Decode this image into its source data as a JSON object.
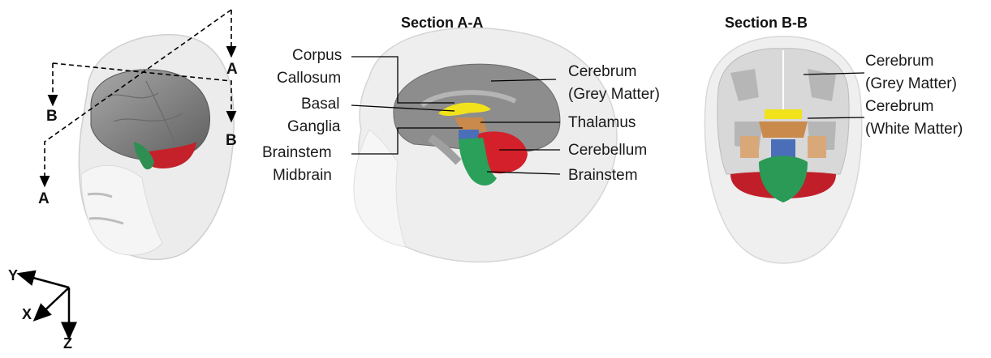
{
  "titles": {
    "section_a": "Section A-A",
    "section_b": "Section B-B"
  },
  "cut_labels": {
    "a_top": "A",
    "a_bottom": "A",
    "b_left": "B",
    "b_right": "B"
  },
  "axes": {
    "y": "Y",
    "x": "X",
    "z": "Z"
  },
  "section_a_labels": {
    "corpus": "Corpus",
    "callosum": "Callosum",
    "basal": "Basal",
    "ganglia": "Ganglia",
    "brainstem_left": "Brainstem",
    "midbrain": "Midbrain",
    "cerebrum": "Cerebrum",
    "grey_matter": "(Grey Matter)",
    "thalamus": "Thalamus",
    "cerebellum": "Cerebellum",
    "brainstem_right": "Brainstem"
  },
  "section_b_labels": {
    "cerebrum_1": "Cerebrum",
    "grey_matter": "(Grey Matter)",
    "cerebrum_2": "Cerebrum",
    "white_matter": "(White Matter)"
  },
  "colors": {
    "head_fill": "#e9e9e9",
    "brain_grey": "#8a8a8a",
    "cerebellum_red": "#d4202a",
    "brainstem_green": "#2aa05a",
    "thalamus_orange": "#c8884a",
    "corpus_yellow": "#f2e21c",
    "midbrain_blue": "#4a6fb8",
    "white_matter": "#b8b8b8"
  }
}
